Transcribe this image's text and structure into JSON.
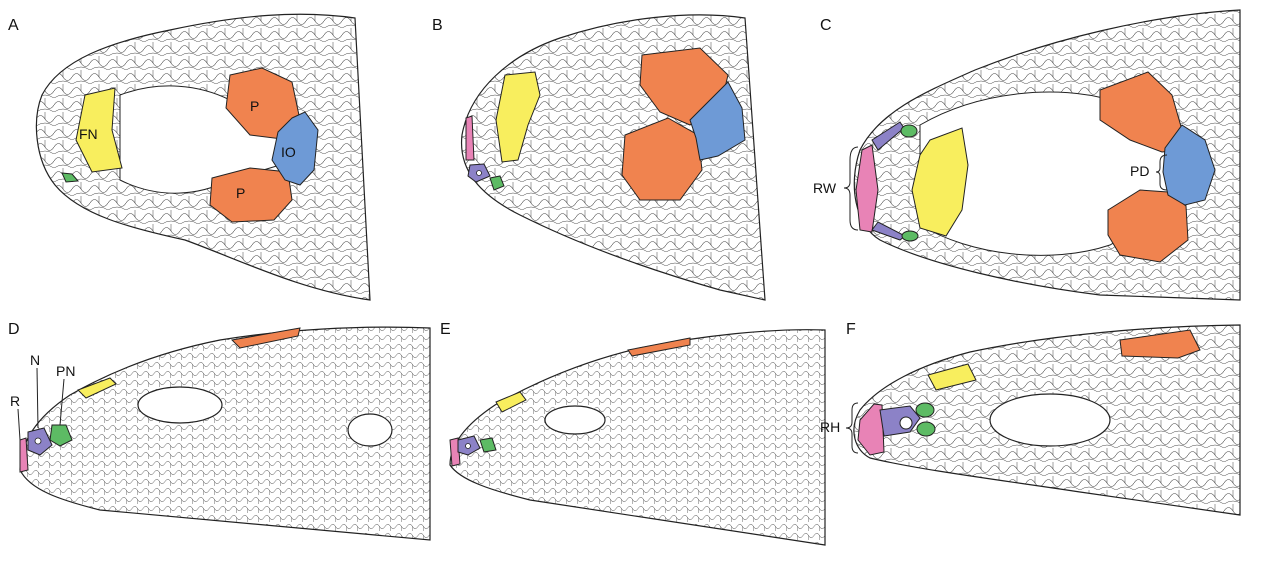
{
  "panels": [
    {
      "letter": "A",
      "labels": [
        "FN",
        "P",
        "P",
        "IO"
      ]
    },
    {
      "letter": "B",
      "labels": []
    },
    {
      "letter": "C",
      "labels": [
        "RW",
        "PD"
      ]
    },
    {
      "letter": "D",
      "labels": [
        "R",
        "N",
        "PN"
      ]
    },
    {
      "letter": "E",
      "labels": []
    },
    {
      "letter": "F",
      "labels": [
        "RH"
      ]
    }
  ],
  "colors": {
    "parietal": "#F0834F",
    "interoccipital": "#6E9AD6",
    "frontonasal": "#F8EE5E",
    "rostral": "#E883B6",
    "nasal": "#8C82C7",
    "postnasal": "#5DBB64"
  }
}
